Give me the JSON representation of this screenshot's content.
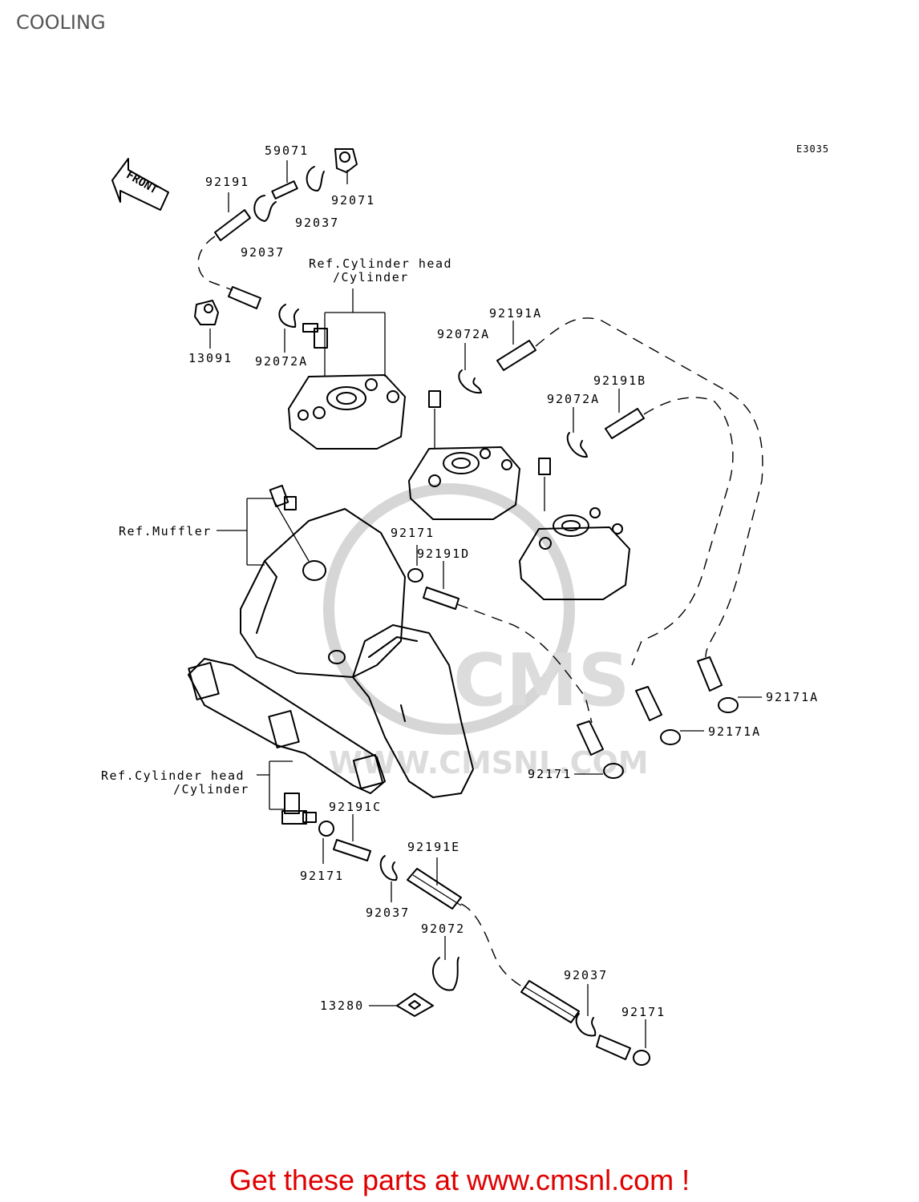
{
  "page": {
    "title": "COOLING"
  },
  "diagram": {
    "code": "E3035",
    "front_label": "FRONT",
    "watermark": {
      "logo": "CMS",
      "url": "WWW.CMSNL.COM"
    },
    "parts": {
      "p59071": "59071",
      "p92191_top": "92191",
      "p92037_a": "92037",
      "p92037_b": "92037",
      "p92071": "92071",
      "p13091": "13091",
      "p92072A_1": "92072A",
      "p92072A_2": "92072A",
      "p92072A_3": "92072A",
      "p92191A": "92191A",
      "p92191B": "92191B",
      "p92171_mid": "92171",
      "p92191D": "92191D",
      "p92171A_1": "92171A",
      "p92171A_2": "92171A",
      "p92171_low": "92171",
      "p92191C": "92191C",
      "p92171_left": "92171",
      "p92191E": "92191E",
      "p92037_c": "92037",
      "p92072": "92072",
      "p13280": "13280",
      "p92037_d": "92037",
      "p92171_end": "92171"
    },
    "refs": {
      "cyl_top_1": "Ref.Cylinder head",
      "cyl_top_2": "/Cylinder",
      "muffler": "Ref.Muffler",
      "cyl_low_1": "Ref.Cylinder head",
      "cyl_low_2": "/Cylinder"
    }
  },
  "footer": {
    "text": "Get these parts at www.cmsnl.com !"
  }
}
